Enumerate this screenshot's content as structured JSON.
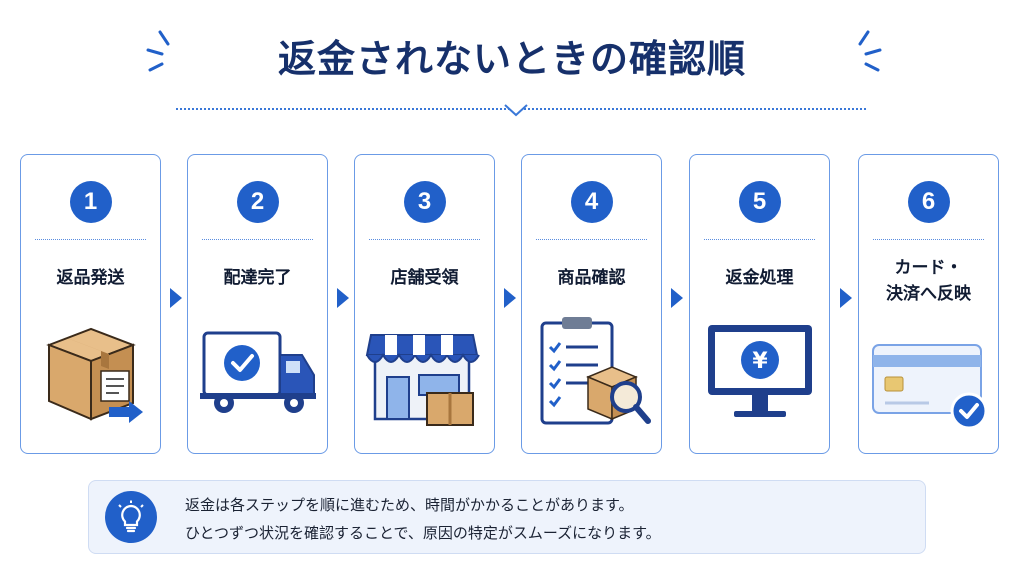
{
  "title": "返金されないときの確認順",
  "steps": [
    {
      "number": "1",
      "label": "返品発送",
      "icon": "box-shipping-icon"
    },
    {
      "number": "2",
      "label": "配達完了",
      "icon": "delivery-truck-check-icon"
    },
    {
      "number": "3",
      "label": "店舗受領",
      "icon": "store-received-icon"
    },
    {
      "number": "4",
      "label": "商品確認",
      "icon": "clipboard-inspection-icon"
    },
    {
      "number": "5",
      "label": "返金処理",
      "icon": "monitor-yen-icon"
    },
    {
      "number": "6",
      "label_line1": "カード・",
      "label_line2": "決済へ反映",
      "icon": "credit-card-check-icon"
    }
  ],
  "note": {
    "line1": "返金は各ステップを順に進むため、時間がかかることがあります。",
    "line2": "ひとつずつ状況を確認することで、原因の特定がスムーズになります。",
    "icon": "lightbulb-icon"
  },
  "colors": {
    "accent": "#2160c9",
    "title": "#16306b",
    "border": "#6b9be6",
    "box": "#d9a86c"
  }
}
